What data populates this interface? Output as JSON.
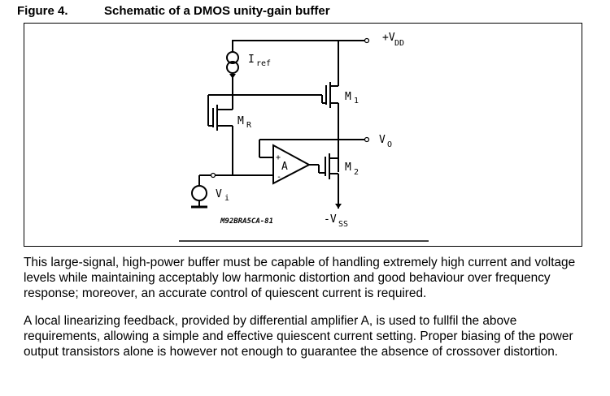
{
  "figure": {
    "number": "Figure 4.",
    "title": "Schematic of a DMOS unity-gain buffer"
  },
  "schematic": {
    "vdd_label": "+V",
    "vdd_sub": "DD",
    "iref_label": "I",
    "iref_sub": "ref",
    "m1_label": "M",
    "m1_sub": "1",
    "mr_label": "M",
    "mr_sub": "R",
    "m2_label": "M",
    "m2_sub": "2",
    "vo_label": "V",
    "vo_sub": "O",
    "amp_label": "A",
    "plus_label": "+",
    "minus_label": "-",
    "vi_label": "V",
    "vi_sub": "i",
    "vss_label": "-V",
    "vss_sub": "SS",
    "code": "M92BRA5CA-81"
  },
  "paragraphs": [
    "This large-signal, high-power buffer must be capable of handling extremely high current and voltage levels while maintaining acceptably low harmonic distortion and good behaviour over frequency response; moreover, an accurate control of quiescent current is required.",
    "A local linearizing feedback, provided by differential amplifier A, is used to fullfil the above requirements, allowing a simple and effective quiescent current setting. Proper biasing of the power output transistors alone is however not enough to guarantee the absence of crossover distortion."
  ]
}
